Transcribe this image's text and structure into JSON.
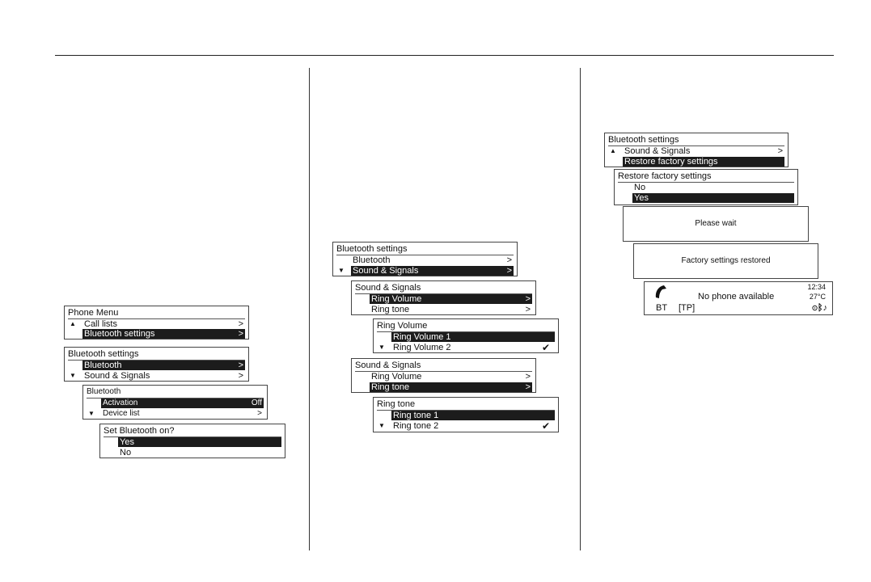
{
  "common": {
    "arrow_symbol": ">",
    "check_symbol": "✔",
    "up_symbol": "▲",
    "down_symbol": "▼"
  },
  "col1": {
    "phone_menu": {
      "title": "Phone Menu",
      "call_lists": "Call lists",
      "bluetooth_settings": "Bluetooth settings"
    },
    "bt_settings": {
      "title": "Bluetooth settings",
      "bluetooth": "Bluetooth",
      "sound_signals": "Sound & Signals"
    },
    "bluetooth": {
      "title": "Bluetooth",
      "activation": "Activation",
      "activation_value": "Off",
      "device_list": "Device list"
    },
    "set_bt": {
      "title": "Set Bluetooth on?",
      "yes": "Yes",
      "no": "No"
    }
  },
  "col2": {
    "bt_settings": {
      "title": "Bluetooth settings",
      "bluetooth": "Bluetooth",
      "sound_signals": "Sound & Signals"
    },
    "sound_signals_a": {
      "title": "Sound & Signals",
      "ring_volume": "Ring Volume",
      "ring_tone": "Ring tone"
    },
    "ring_volume": {
      "title": "Ring Volume",
      "item1": "Ring Volume 1",
      "item2": "Ring Volume 2"
    },
    "sound_signals_b": {
      "title": "Sound & Signals",
      "ring_volume": "Ring Volume",
      "ring_tone": "Ring tone"
    },
    "ring_tone": {
      "title": "Ring tone",
      "item1": "Ring tone 1",
      "item2": "Ring tone 2"
    }
  },
  "col3": {
    "bt_settings": {
      "title": "Bluetooth settings",
      "sound_signals": "Sound & Signals",
      "restore": "Restore factory settings"
    },
    "restore": {
      "title": "Restore factory settings",
      "no": "No",
      "yes": "Yes"
    },
    "please_wait": "Please wait",
    "restored": "Factory settings restored",
    "status": {
      "time": "12:34",
      "temp": "27°C",
      "message": "No phone available",
      "bt": "BT",
      "tp": "[TP]",
      "icons": "⊙ᛒ♪"
    }
  }
}
